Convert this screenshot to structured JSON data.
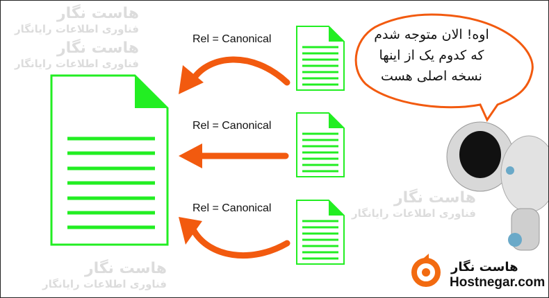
{
  "labels": {
    "rel_1": "Rel = Canonical",
    "rel_2": "Rel = Canonical",
    "rel_3": "Rel = Canonical"
  },
  "speech_bubble": {
    "line_1": "اوه! الان متوجه شدم",
    "line_2": "که کدوم یک از اینها",
    "line_3": "نسخه اصلی هست"
  },
  "logo": {
    "name_fa": "هاست نگار",
    "name_en": "Hostnegar.com"
  },
  "watermark": {
    "title": "هاست نگار",
    "subtitle": "فناوری اطلاعات رایانگار"
  },
  "colors": {
    "doc_green": "#22ee22",
    "arrow_orange": "#f25a0f",
    "logo_orange": "#f26a10"
  }
}
